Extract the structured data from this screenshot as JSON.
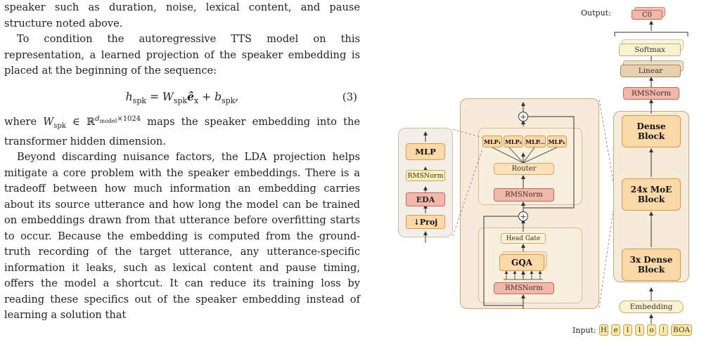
{
  "text": {
    "para1_end": "speaker such as duration, noise, lexical content, and pause structure noted above.",
    "para2": "To condition the autoregressive TTS model on this representation, a learned projection of the speaker embedding is placed at the beginning of the sequence:",
    "equation": "h_spk = W_spk ê_x + b_spk,",
    "equation_number": "(3)",
    "para3": "where W_spk ∈ ℝ^(d_model×1024) maps the speaker embedding into the transformer hidden dimension.",
    "para4": "Beyond discarding nuisance factors, the LDA projection helps mitigate a core problem with the speaker embeddings. There is a tradeoff between how much information an embedding carries about its source utterance and how long the model can be trained on embeddings drawn from that utterance before overfitting starts to occur. Because the embedding is computed from the ground-truth recording of the target utterance, any utterance-specific information it leaks, such as lexical content and pause timing, offers the model a shortcut. It can reduce its training loss by reading these specifics out of the speaker embedding instead of learning a solution that"
  },
  "diagram": {
    "output_label": "Output:",
    "output_token": "C0",
    "softmax": "Softmax",
    "linear": "Linear",
    "rmsnorm_top": "RMSNorm",
    "dense_block": "Dense Block",
    "moe_block": "24x MoE Block",
    "dense3_block": "3x Dense Block",
    "embedding": "Embedding",
    "input_label": "Input:",
    "input_tokens": [
      "H",
      "e",
      "l",
      "l",
      "o",
      "!",
      "BOA"
    ],
    "moe_detail": {
      "mlps": [
        "MLP₁",
        "MLP₂",
        "MLP...",
        "MLPₖ"
      ],
      "router": "Router",
      "rmsnorm": "RMSNorm"
    },
    "attn_detail": {
      "head_gate": "Head Gate",
      "gqa": "GQA",
      "rmsnorm": "RMSNorm"
    },
    "mlp_detail": {
      "mlp": "MLP",
      "rmsnorm": "RMSNorm",
      "eda": "EDA",
      "proj": "↓Proj"
    },
    "add_symbol": "+"
  },
  "colors": {
    "panel_fill": "#f6ead9",
    "panel_border": "#c9a87c",
    "block_orange": "#fad8a7",
    "norm_pink": "#f3b7aa"
  }
}
